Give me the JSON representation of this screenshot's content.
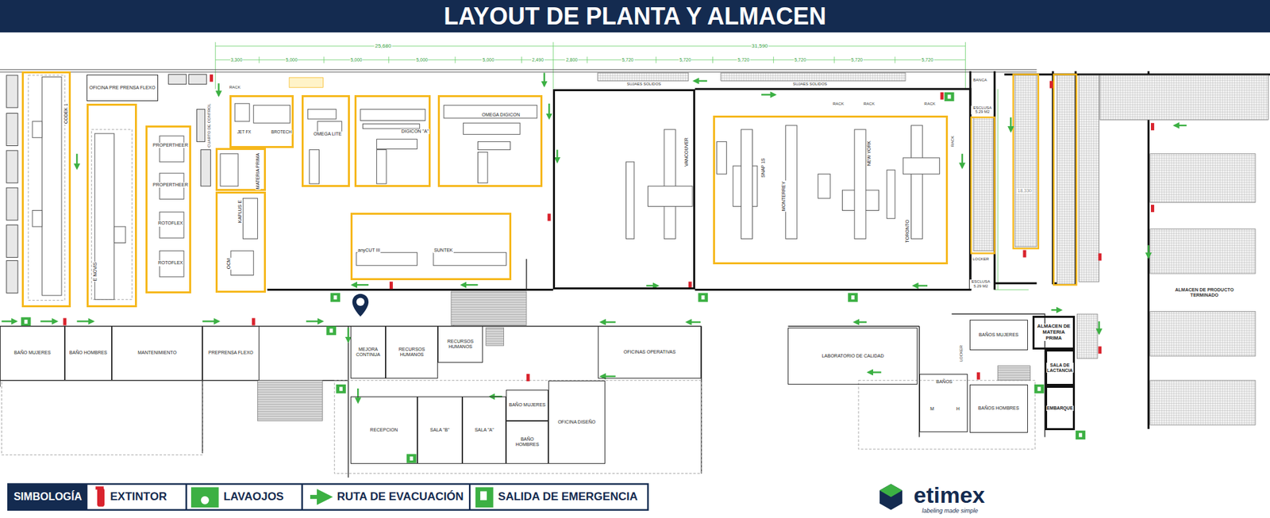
{
  "diagram": {
    "title": "LAYOUT DE PLANTA Y ALMACEN",
    "nodes": [
      {
        "text": [
          "OFICINA PRE PRENSA FLEXO"
        ]
      },
      {
        "text": [
          "CODEK 1"
        ]
      },
      {
        "text": [
          "E NOVIS"
        ]
      },
      {
        "text": [
          "PROPERTHEER",
          "PROPERTHEER",
          "ROTOFLEX",
          "ROTOFLEX"
        ]
      },
      {
        "text": [
          "JET FX",
          "BROTECH"
        ]
      },
      {
        "text": [
          "MATERIA PRIMA"
        ]
      },
      {
        "text": [
          "KAPLUS E",
          "OCM"
        ]
      },
      {
        "text": [
          "OMEGA LITE"
        ]
      },
      {
        "text": [
          "DIGICON \"A\""
        ]
      },
      {
        "text": [
          "OMEGA DIGICON"
        ]
      },
      {
        "text": [
          "anyCUT III",
          "SUNTEK"
        ]
      },
      {
        "text": [
          "VANCOUVER"
        ]
      },
      {
        "text": [
          "SNAP 1S",
          "MONTERREY",
          "NEW YORK",
          "TORONTO"
        ]
      },
      {
        "text": [
          "BAÑO MUJERES"
        ]
      },
      {
        "text": [
          "BAÑO HOMBRES"
        ]
      },
      {
        "text": [
          "MANTENIMIENTO"
        ]
      },
      {
        "text": [
          "PREPRENSA FLEXO"
        ]
      },
      {
        "text": [
          "MEJORA CONTINUA"
        ]
      },
      {
        "text": [
          "RECURSOS HUMANOS"
        ]
      },
      {
        "text": [
          "RECURSOS HUMANOS"
        ]
      },
      {
        "text": [
          "OFICINAS OPERATIVAS"
        ]
      },
      {
        "text": [
          "RECEPCION"
        ]
      },
      {
        "text": [
          "SALA \"B\""
        ]
      },
      {
        "text": [
          "SALA \"A\""
        ]
      },
      {
        "text": [
          "BAÑO MUJERES"
        ]
      },
      {
        "text": [
          "BAÑO HOMBRES"
        ]
      },
      {
        "text": [
          "OFICINA DISEÑO"
        ]
      },
      {
        "text": [
          "LABORATORIO DE CALIDAD"
        ]
      },
      {
        "text": [
          "BAÑOS MUJERES"
        ]
      },
      {
        "text": [
          "BAÑOS",
          "M",
          "H"
        ]
      },
      {
        "text": [
          "BAÑOS HOMBRES"
        ]
      },
      {
        "text": [
          "ALMACEN DE MATERIA PRIMA"
        ]
      },
      {
        "text": [
          "SALA DE LACTANCIA"
        ]
      },
      {
        "text": [
          "EMBARQUE"
        ]
      }
    ],
    "labels": [
      "25,680",
      "31,590",
      "3,300",
      "5,000",
      "5,000",
      "5,000",
      "5,000",
      "2,490",
      "2,800",
      "5,720",
      "5,720",
      "5,720",
      "5,720",
      "5,720",
      "5,720",
      "SUJAES SOLIDOS",
      "SUJAES SOLIDOS",
      "RACK",
      "CUARTO DE CONTROL",
      "RACK",
      "RACK",
      "RACK",
      "RACK",
      "BANCA",
      "ESCLUSA 5.29 M2",
      "LOCKER",
      "ESCLUSA 5.29 M2",
      "18,330",
      "ALMACEN DE PRODUCTO TERMINADO",
      "LOCKER",
      "SIMBOLOGÍA",
      "etimex",
      "labeling made simple"
    ],
    "legend": [
      {
        "text": "EXTINTOR"
      },
      {
        "text": "LAVAOJOS"
      },
      {
        "text": "RUTA DE EVACUACIÓN"
      },
      {
        "text": "SALIDA DE EMERGENCIA"
      }
    ]
  }
}
